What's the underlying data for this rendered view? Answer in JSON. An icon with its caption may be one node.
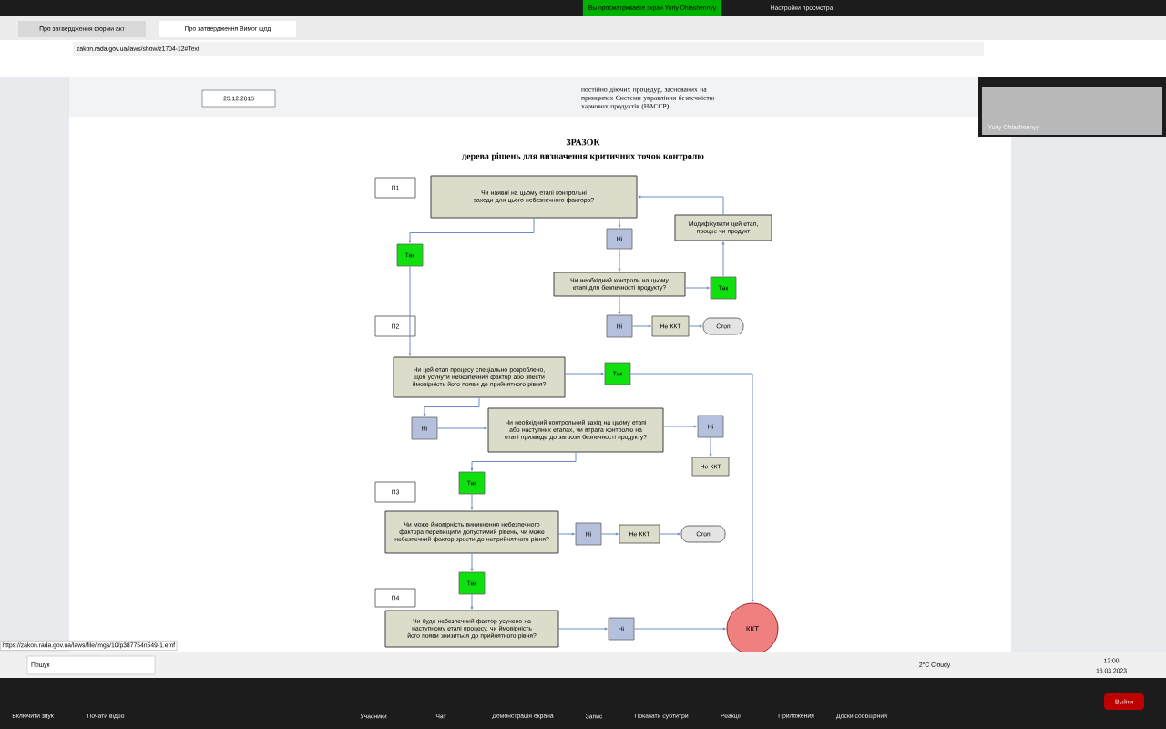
{
  "diagram": {
    "title": "ЗРАЗОК",
    "nodes": [
      {
        "text": [
          "П1"
        ]
      },
      {
        "text": [
          "Чи наявні на цьому етапі контрольні заходи для цього небезпечного фактора?"
        ]
      },
      {
        "text": [
          "Так"
        ]
      },
      {
        "text": [
          "Ні"
        ]
      },
      {
        "text": [
          "Модифікувати цей етап, процес чи продукт"
        ]
      },
      {
        "text": [
          "Чи необхідний контроль на цьому етапі для безпечності продукту?"
        ]
      },
      {
        "text": [
          "Так"
        ]
      },
      {
        "text": [
          "Ні"
        ]
      },
      {
        "text": [
          "Не ККТ"
        ]
      },
      {
        "text": [
          "Стоп"
        ]
      },
      {
        "text": [
          "П2"
        ]
      },
      {
        "text": [
          "Чи цей етап процесу спеціально розроблено, щоб усунути небезпечний фактор або звести ймовірність його появи до прийнятного рівня?"
        ]
      },
      {
        "text": [
          "Так"
        ]
      },
      {
        "text": [
          "Ні"
        ]
      },
      {
        "text": [
          "Чи необхідний контрольний захід на цьому етапі або наступних етапах, чи втрата контролю на етапі призведе до загрози безпечності продукту?"
        ]
      },
      {
        "text": [
          "Ні"
        ]
      },
      {
        "text": [
          "Не ККТ"
        ]
      },
      {
        "text": [
          "Так"
        ]
      },
      {
        "text": [
          "П3"
        ]
      },
      {
        "text": [
          "Чи може ймовірність виникнення небезпечного фактора перевищити допустимий рівень, чи може небезпечний фактор зрости до неприйнятного рівня?"
        ]
      },
      {
        "text": [
          "Ні"
        ]
      },
      {
        "text": [
          "Не ККТ"
        ]
      },
      {
        "text": [
          "Стоп"
        ]
      },
      {
        "text": [
          "Так"
        ]
      },
      {
        "text": [
          "П4"
        ]
      },
      {
        "text": [
          "Чи буде небезпечний фактор усунено на наступному етапі процесу, чи ймовірність його появи знизиться до прийнятного рівня?"
        ]
      },
      {
        "text": [
          "Ні"
        ]
      },
      {
        "text": [
          "ККТ"
        ]
      }
    ],
    "edges": [
      {
        "from": 1,
        "to": 2,
        "arrow": "to"
      },
      {
        "from": 1,
        "to": 3,
        "arrow": "to"
      },
      {
        "from": 3,
        "to": 5,
        "arrow": "to"
      },
      {
        "from": 5,
        "to": 6,
        "arrow": "to"
      },
      {
        "from": 6,
        "to": 4,
        "arrow": "to"
      },
      {
        "from": 4,
        "to": 1,
        "arrow": "to"
      },
      {
        "from": 5,
        "to": 7,
        "arrow": "to"
      },
      {
        "from": 7,
        "to": 8,
        "arrow": "to"
      },
      {
        "from": 8,
        "to": 9,
        "arrow": "to"
      },
      {
        "from": 2,
        "to": 11,
        "arrow": "to"
      },
      {
        "from": 11,
        "to": 12,
        "arrow": "to"
      },
      {
        "from": 12,
        "to": 27,
        "arrow": "to"
      },
      {
        "from": 11,
        "to": 13,
        "arrow": "to"
      },
      {
        "from": 13,
        "to": 14,
        "arrow": "to"
      },
      {
        "from": 14,
        "to": 15,
        "arrow": "to"
      },
      {
        "from": 15,
        "to": 16,
        "arrow": "to"
      },
      {
        "from": 14,
        "to": 17,
        "arrow": "to"
      },
      {
        "from": 17,
        "to": 19,
        "arrow": "to"
      },
      {
        "from": 19,
        "to": 20,
        "arrow": "to"
      },
      {
        "from": 20,
        "to": 21,
        "arrow": "to"
      },
      {
        "from": 21,
        "to": 22,
        "arrow": "to"
      },
      {
        "from": 19,
        "to": 23,
        "arrow": "to"
      },
      {
        "from": 23,
        "to": 25,
        "arrow": "to"
      },
      {
        "from": 25,
        "to": 26,
        "arrow": "to"
      },
      {
        "from": 26,
        "to": 27,
        "arrow": "to"
      }
    ],
    "labels": [
      "Про затвердження форми акт",
      "Про затвердження Вимог щод",
      "zakon.rada.gov.ua/laws/show/z1704-12#Text",
      "25.12.2015",
      "постійно діючих процедур, заснованих на принципах Системи управління безпечністю харчових продуктів (НАССР)",
      "Yuriy Ohlashennyy",
      "Вы просматриваете экран Yuriy Ohlashennyy",
      "Настройки просмотра",
      "https://zakon.rada.gov.ua/laws/file/imgs/10/p387754n549-1.emf",
      "Пошук",
      "2°C Cloudy",
      "12:00",
      "16.03.2023",
      "Включити звук",
      "Почати відео",
      "Учасники",
      "Чат",
      "Демонстрація екрана",
      "Запис",
      "Показати субтитри",
      "Реакції",
      "Приложения",
      "Доски сообщений",
      "Выйти",
      "дерева рішень для визначення критичних точок контролю"
    ]
  }
}
